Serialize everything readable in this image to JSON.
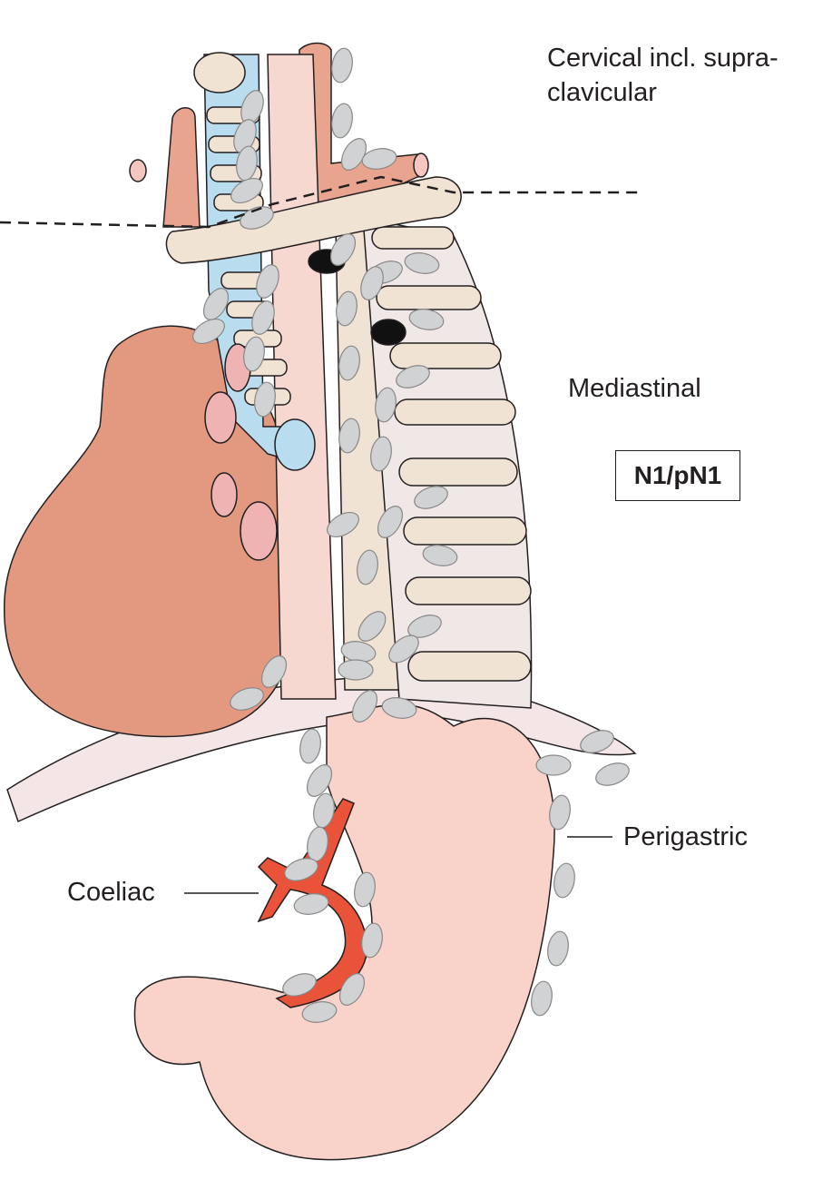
{
  "labels": {
    "cervical_line1": "Cervical incl. supra-",
    "cervical_line2": "clavicular",
    "mediastinal": "Mediastinal",
    "stage": "N1/pN1",
    "perigastric": "Perigastric",
    "coeliac": "Coeliac"
  },
  "colors": {
    "heart": "#e3997f",
    "stomach": "#f9d3c9",
    "bone": "#f1e3d3",
    "trachea": "#b9ddef",
    "artery": "#e8533a",
    "lymph_node": "#d0d2d3",
    "metastatic_node": "#111111"
  }
}
